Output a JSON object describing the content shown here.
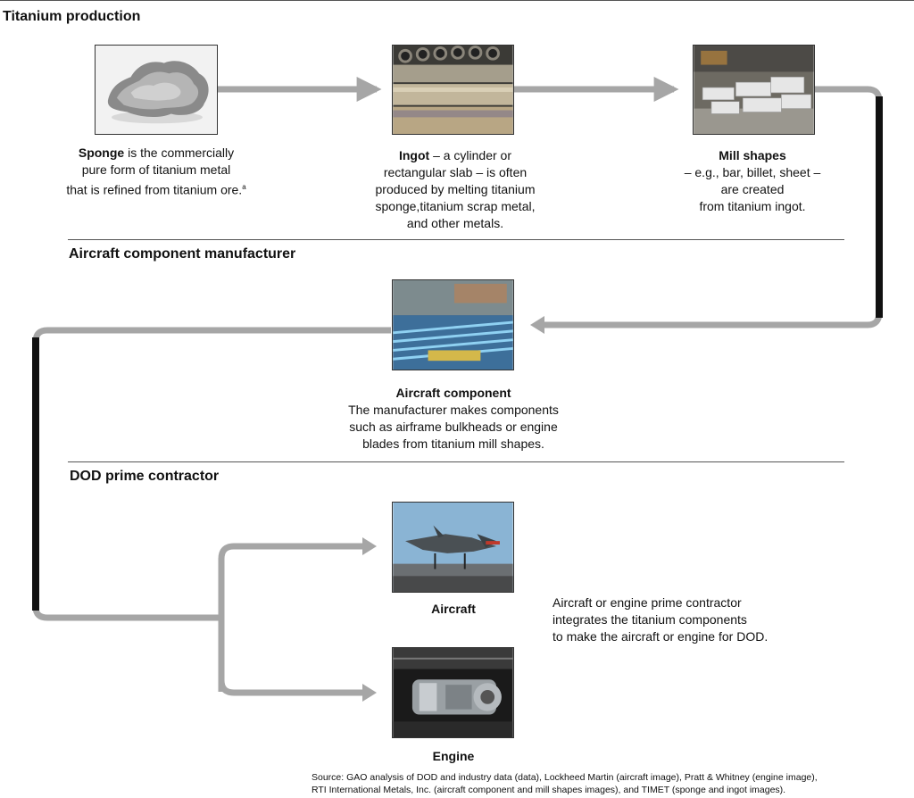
{
  "sections": {
    "production": "Titanium production",
    "component": "Aircraft component manufacturer",
    "prime": "DOD prime contractor"
  },
  "steps": {
    "sponge": {
      "title": "Sponge",
      "text_1": " is the commercially",
      "text_2": "pure form of titanium metal",
      "text_3": "that is refined from titanium ore.",
      "footnote": "a"
    },
    "ingot": {
      "title": "Ingot",
      "text_1": " – a cylinder or",
      "text_2": "rectangular slab – is often",
      "text_3": "produced by melting titanium",
      "text_4": "sponge,titanium scrap metal,",
      "text_5": "and other metals."
    },
    "mill": {
      "title": "Mill shapes",
      "text_1": "– e.g., bar, billet, sheet –",
      "text_2": "are created",
      "text_3": "from titanium ingot."
    },
    "component": {
      "title": "Aircraft component",
      "text_1": "The manufacturer makes components",
      "text_2": "such as airframe bulkheads or engine",
      "text_3": "blades from titanium mill shapes."
    },
    "aircraft": {
      "title": "Aircraft"
    },
    "engine": {
      "title": "Engine"
    }
  },
  "prime_note": {
    "line_1": "Aircraft or engine prime contractor",
    "line_2": "integrates the titanium components",
    "line_3": "to make the aircraft or engine for DOD."
  },
  "source": {
    "line_1": "Source: GAO analysis of DOD and industry data (data), Lockheed Martin (aircraft image), Pratt & Whitney (engine image),",
    "line_2": "RTI International Metals, Inc. (aircraft component and mill shapes images), and TIMET (sponge and ingot images)."
  },
  "colors": {
    "arrow_gray": "#a6a6a6",
    "arrow_dark": "#111111",
    "rule": "#555555"
  },
  "images": {
    "sponge": "titanium-sponge-photo",
    "ingot": "titanium-ingot-photo",
    "mill": "mill-shapes-photo",
    "component": "aircraft-component-photo",
    "aircraft": "aircraft-photo",
    "engine": "engine-photo"
  }
}
